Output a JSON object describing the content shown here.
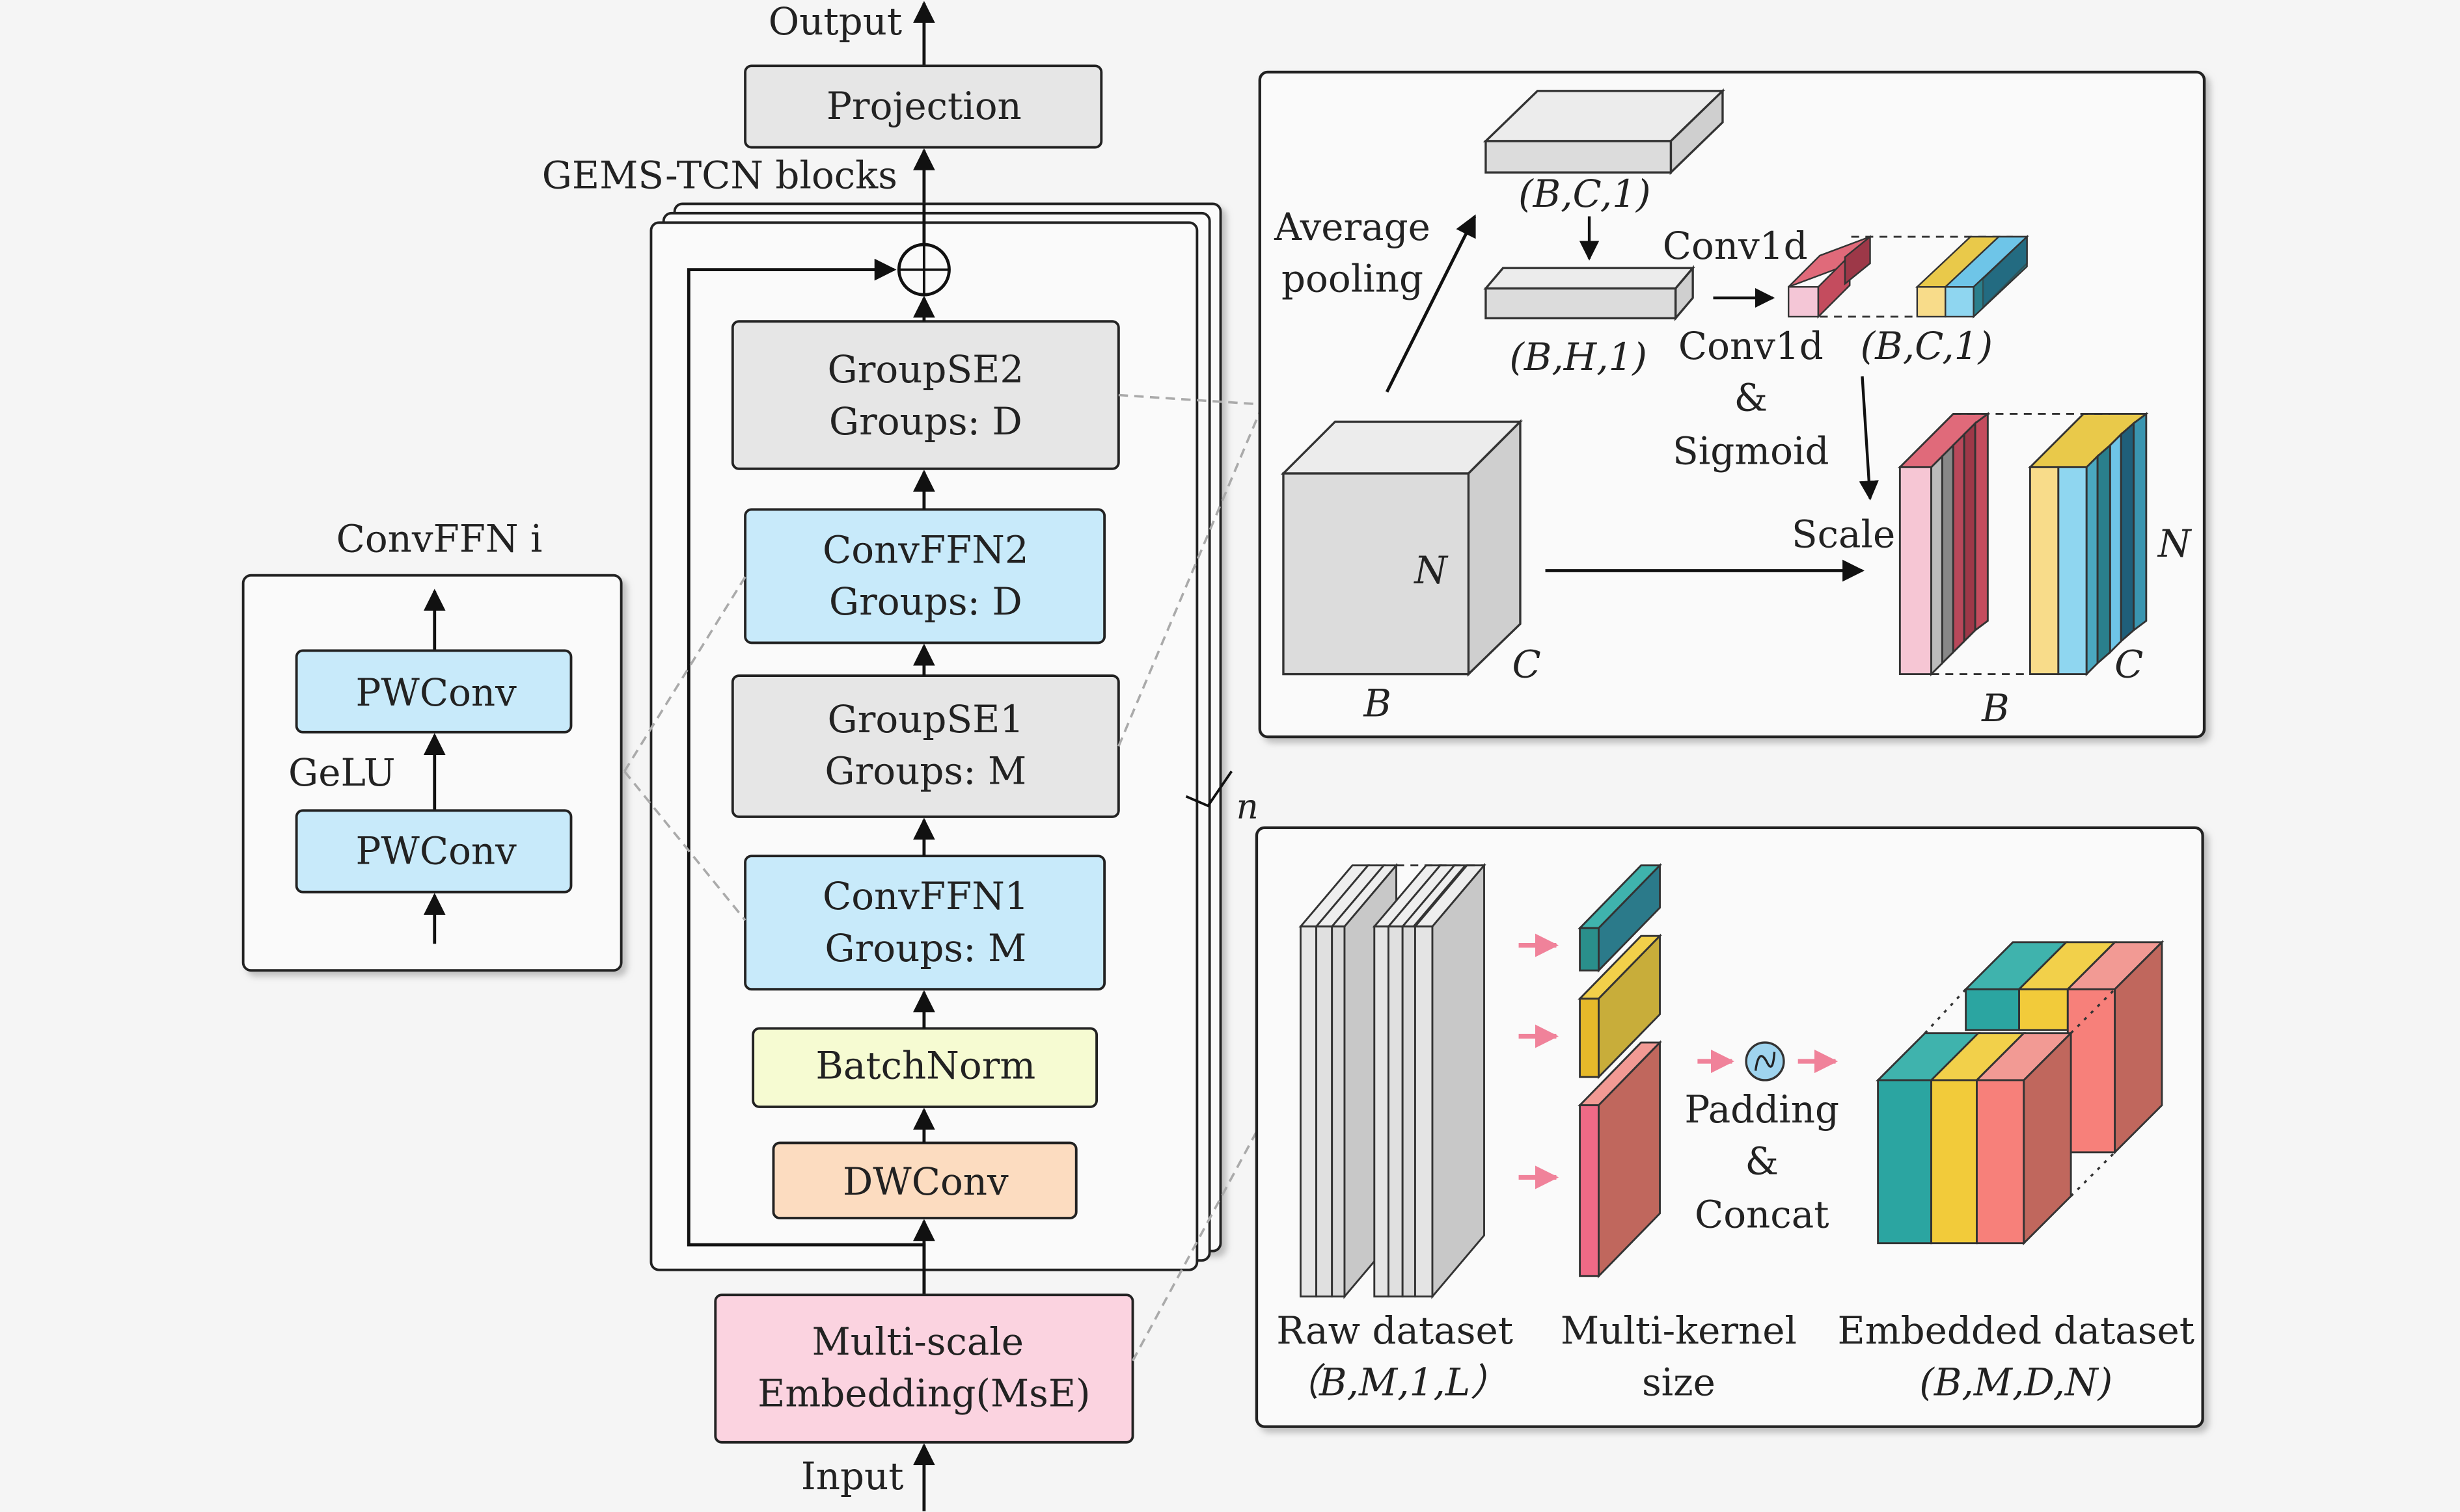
{
  "labels": {
    "output": "Output",
    "input": "Input",
    "projection": "Projection",
    "blocks": "GEMS-TCN blocks",
    "repeat_n": "n",
    "gse2_title": "GroupSE2",
    "gse2_groups": "Groups: D",
    "cffn2_title": "ConvFFN2",
    "cffn2_groups": "Groups: D",
    "gse1_title": "GroupSE1",
    "gse1_groups": "Groups: M",
    "cffn1_title": "ConvFFN1",
    "cffn1_groups": "Groups: M",
    "batchnorm": "BatchNorm",
    "dwconv": "DWConv",
    "mse_line1": "Multi-scale",
    "mse_line2": "Embedding(MsE)",
    "convffn_i": "ConvFFN i",
    "pwconv_top": "PWConv",
    "pwconv_bottom": "PWConv",
    "gelu": "GeLU",
    "avg_pool_1": "Average",
    "avg_pool_2": "pooling",
    "bc1_top": "(B,C,1)",
    "bh1": "(B,H,1)",
    "conv1d_top": "Conv1d",
    "conv1d_mid": "Conv1d",
    "amp1": "&",
    "sigmoid": "Sigmoid",
    "bc1_right": "(B,C,1)",
    "scale": "Scale",
    "cube_n": "N",
    "cube_c": "C",
    "cube_b": "B",
    "out_n": "N",
    "out_c": "C",
    "out_b": "B",
    "raw1": "Raw dataset",
    "raw2": "（B,M,1,L）",
    "mk1": "Multi-kernel",
    "mk2": "size",
    "padding": "Padding",
    "amp2": "&",
    "concat": "Concat",
    "emb1": "Embedded dataset",
    "emb2": "(B,M,D,N)"
  },
  "colors": {
    "gray_box": "#e6e6e6",
    "blue_box": "#c8eafa",
    "yellow_box": "#f6fbd2",
    "orange_box": "#fcdcc0",
    "pink_box": "#fbd3e0",
    "teal": "#2ba5a1",
    "gold": "#f2cb3a",
    "salmon": "#f7807a",
    "arrow_pink": "#f0829a"
  }
}
